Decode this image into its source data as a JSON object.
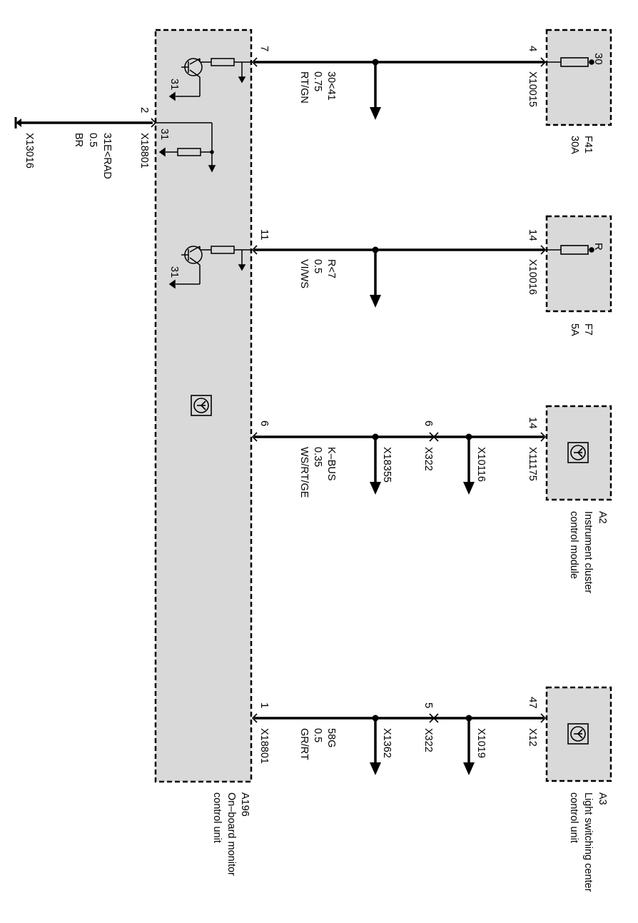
{
  "colors": {
    "box_fill": "#d9d9d9",
    "line": "#000000",
    "background": "#ffffff"
  },
  "modules": {
    "a196": {
      "id": "A196",
      "name_line1": "On–board monitor",
      "name_line2": "control unit"
    },
    "f41": {
      "id": "F41",
      "rating": "30A",
      "pin": "30"
    },
    "f7": {
      "id": "F7",
      "rating": "5A",
      "pin": "R"
    },
    "a2": {
      "id": "A2",
      "name_line1": "Instrument cluster",
      "name_line2": "control module"
    },
    "a3": {
      "id": "A3",
      "name_line1": "Light switching center",
      "name_line2": "control unit"
    }
  },
  "ground": {
    "pin": "2",
    "connector": "X18801",
    "signal": "31E<RAD",
    "size": "0.5",
    "color": "BR",
    "end_connector": "X13016",
    "internal_ground": "31"
  },
  "circuits": [
    {
      "a196_pin": "7",
      "signal": "30<41",
      "size": "0.75",
      "color": "RT/GN",
      "right_pin": "4",
      "right_connector": "X10015",
      "internal_ground": "31"
    },
    {
      "a196_pin": "11",
      "signal": "R<7",
      "size": "0.5",
      "color": "VI/WS",
      "right_pin": "14",
      "right_connector": "X10016",
      "internal_ground": "31"
    },
    {
      "a196_pin": "6",
      "a196_connector": "X18355",
      "signal": "K–BUS",
      "size": "0.35",
      "color": "WS/RT/GE",
      "mid_pin": "6",
      "mid_connector": "X322",
      "splice": "X10116",
      "right_pin": "14",
      "right_connector": "X11175"
    },
    {
      "a196_pin": "1",
      "a196_connector": "X18801",
      "signal": "58G",
      "size": "0.5",
      "color": "GR/RT",
      "mid_pin": "5",
      "mid_connector": "X322",
      "splice": "X1362",
      "right_splice": "X1019",
      "right_pin": "47",
      "right_connector": "X12"
    }
  ]
}
